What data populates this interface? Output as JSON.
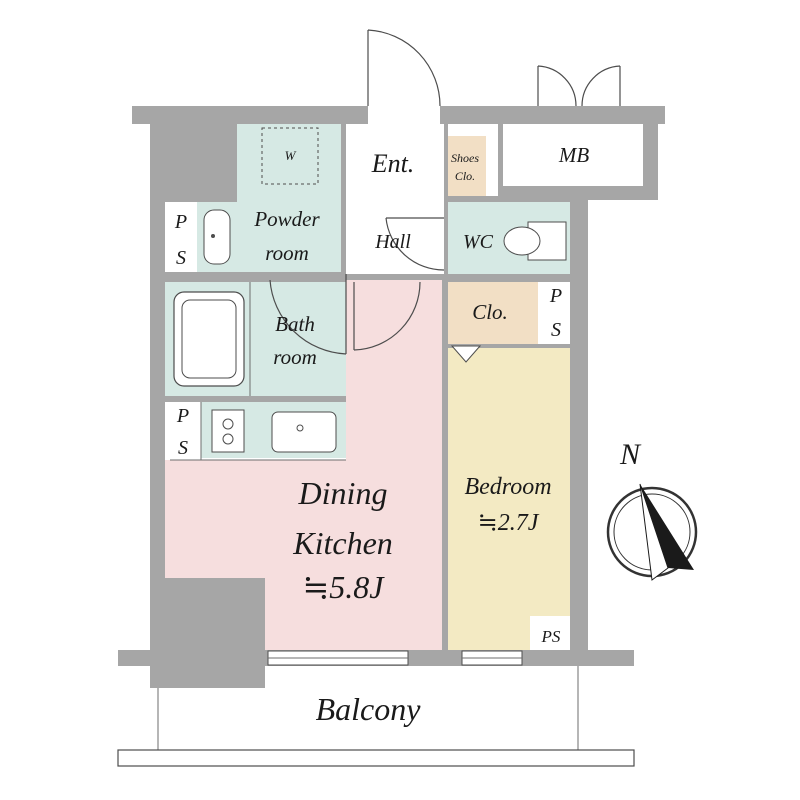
{
  "floorplan": {
    "labels": {
      "entrance": "Ent.",
      "shoes_closet_line1": "Shoes",
      "shoes_closet_line2": "Clo.",
      "meter_box": "MB",
      "washer": "W",
      "powder_room_line1": "Powder",
      "powder_room_line2": "room",
      "hall": "Hall",
      "wc": "WC",
      "bath_room_line1": "Bath",
      "bath_room_line2": "room",
      "closet": "Clo.",
      "dining_kitchen_line1": "Dining",
      "dining_kitchen_line2": "Kitchen",
      "dining_kitchen_size": "≒5.8J",
      "bedroom": "Bedroom",
      "bedroom_size": "≒2.7J",
      "balcony": "Balcony",
      "ps_letter_p": "P",
      "ps_letter_s": "S",
      "ps_inline": "PS",
      "compass_north": "N"
    },
    "colors": {
      "walls": "#a6a6a6",
      "wet_areas": "#d6e9e4",
      "dining_kitchen": "#f6dede",
      "bedroom": "#f3eac3",
      "closets": "#f2dfc5",
      "hall_entrance": "#ffffff"
    }
  }
}
